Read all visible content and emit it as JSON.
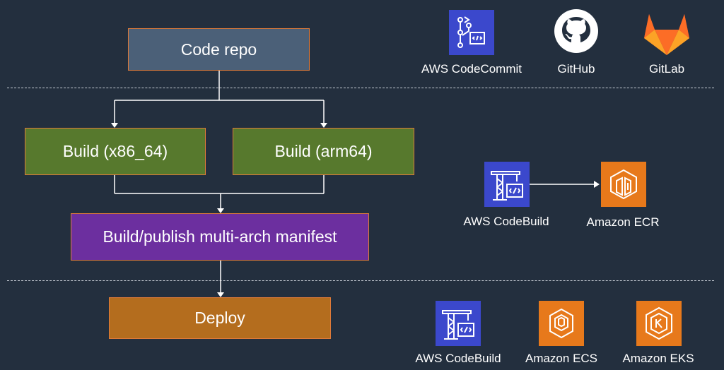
{
  "pipeline": {
    "code_repo": "Code repo",
    "build_x86": "Build (x86_64)",
    "build_arm": "Build (arm64)",
    "manifest": "Build/publish multi-arch manifest",
    "deploy": "Deploy"
  },
  "source_services": [
    {
      "label": "AWS CodeCommit",
      "icon": "codecommit-icon"
    },
    {
      "label": "GitHub",
      "icon": "github-icon"
    },
    {
      "label": "GitLab",
      "icon": "gitlab-icon"
    }
  ],
  "build_services": [
    {
      "label": "AWS CodeBuild",
      "icon": "codebuild-icon"
    },
    {
      "label": "Amazon ECR",
      "icon": "ecr-icon"
    }
  ],
  "deploy_services": [
    {
      "label": "AWS CodeBuild",
      "icon": "codebuild-icon"
    },
    {
      "label": "Amazon ECS",
      "icon": "ecs-icon"
    },
    {
      "label": "Amazon EKS",
      "icon": "eks-icon"
    }
  ],
  "colors": {
    "background": "#232f3e",
    "repo_box": "#4b6078",
    "build_box": "#57792d",
    "manifest_box": "#6c2f9f",
    "deploy_box": "#b46d1e",
    "box_border": "#e07b39",
    "blue_icon": "#3b48cc",
    "orange_icon": "#e7791b"
  }
}
